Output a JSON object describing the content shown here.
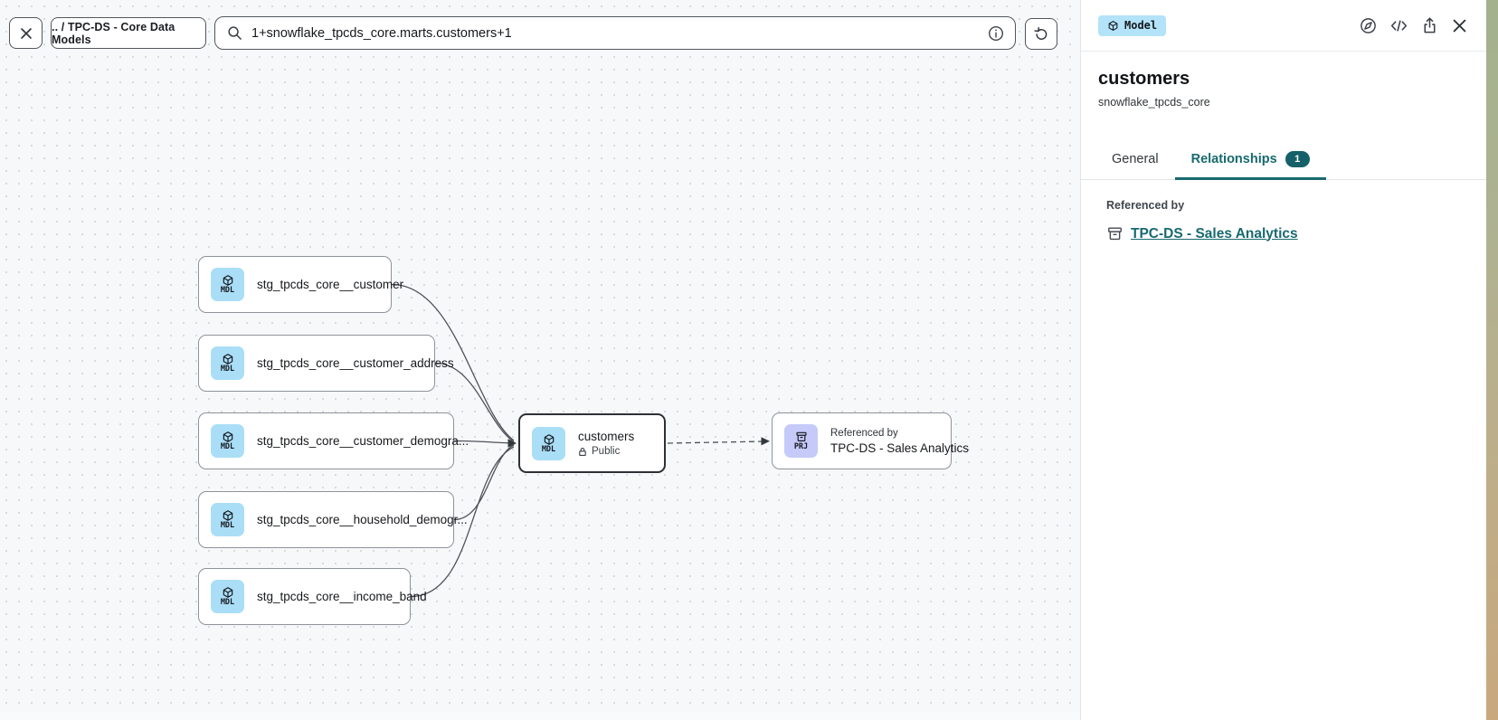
{
  "topbar": {
    "breadcrumb": ".. / TPC-DS - Core Data Models",
    "search_value": "1+snowflake_tpcds_core.marts.customers+1"
  },
  "canvas": {
    "nodes": [
      {
        "badge": "MDL",
        "label": "stg_tpcds_core__customer"
      },
      {
        "badge": "MDL",
        "label": "stg_tpcds_core__customer_address"
      },
      {
        "badge": "MDL",
        "label": "stg_tpcds_core__customer_demogra..."
      },
      {
        "badge": "MDL",
        "label": "stg_tpcds_core__household_demogr..."
      },
      {
        "badge": "MDL",
        "label": "stg_tpcds_core__income_band"
      },
      {
        "badge": "MDL",
        "label": "customers",
        "visibility": "Public",
        "selected": true
      },
      {
        "badge": "PRJ",
        "kicker": "Referenced by",
        "label": "TPC-DS - Sales Analytics"
      }
    ]
  },
  "panel": {
    "type_badge": "Model",
    "title": "customers",
    "subtitle": "snowflake_tpcds_core",
    "tabs": [
      {
        "label": "General",
        "active": false
      },
      {
        "label": "Relationships",
        "badge": "1",
        "active": true
      }
    ],
    "section_label": "Referenced by",
    "reference_link": "TPC-DS - Sales Analytics"
  },
  "icons": {
    "model": "cube-icon",
    "project": "archive-box-icon",
    "visibility": "lock-icon",
    "search": "magnifier-icon",
    "search_info": "info-icon",
    "refresh": "refresh-icon",
    "panel_actions": [
      "compass-icon",
      "code-icon",
      "share-icon",
      "close-icon"
    ]
  },
  "colors": {
    "accent_teal": "#186a70",
    "tab_badge_bg": "#166169",
    "model_badge_bg": "#b3e3f9",
    "mdl_icon_bg": "#aadef7",
    "prj_icon_bg": "#c5caf9",
    "canvas_bg": "#f7f8fa",
    "node_border": "#8e939a",
    "selected_border": "#2c3136"
  }
}
